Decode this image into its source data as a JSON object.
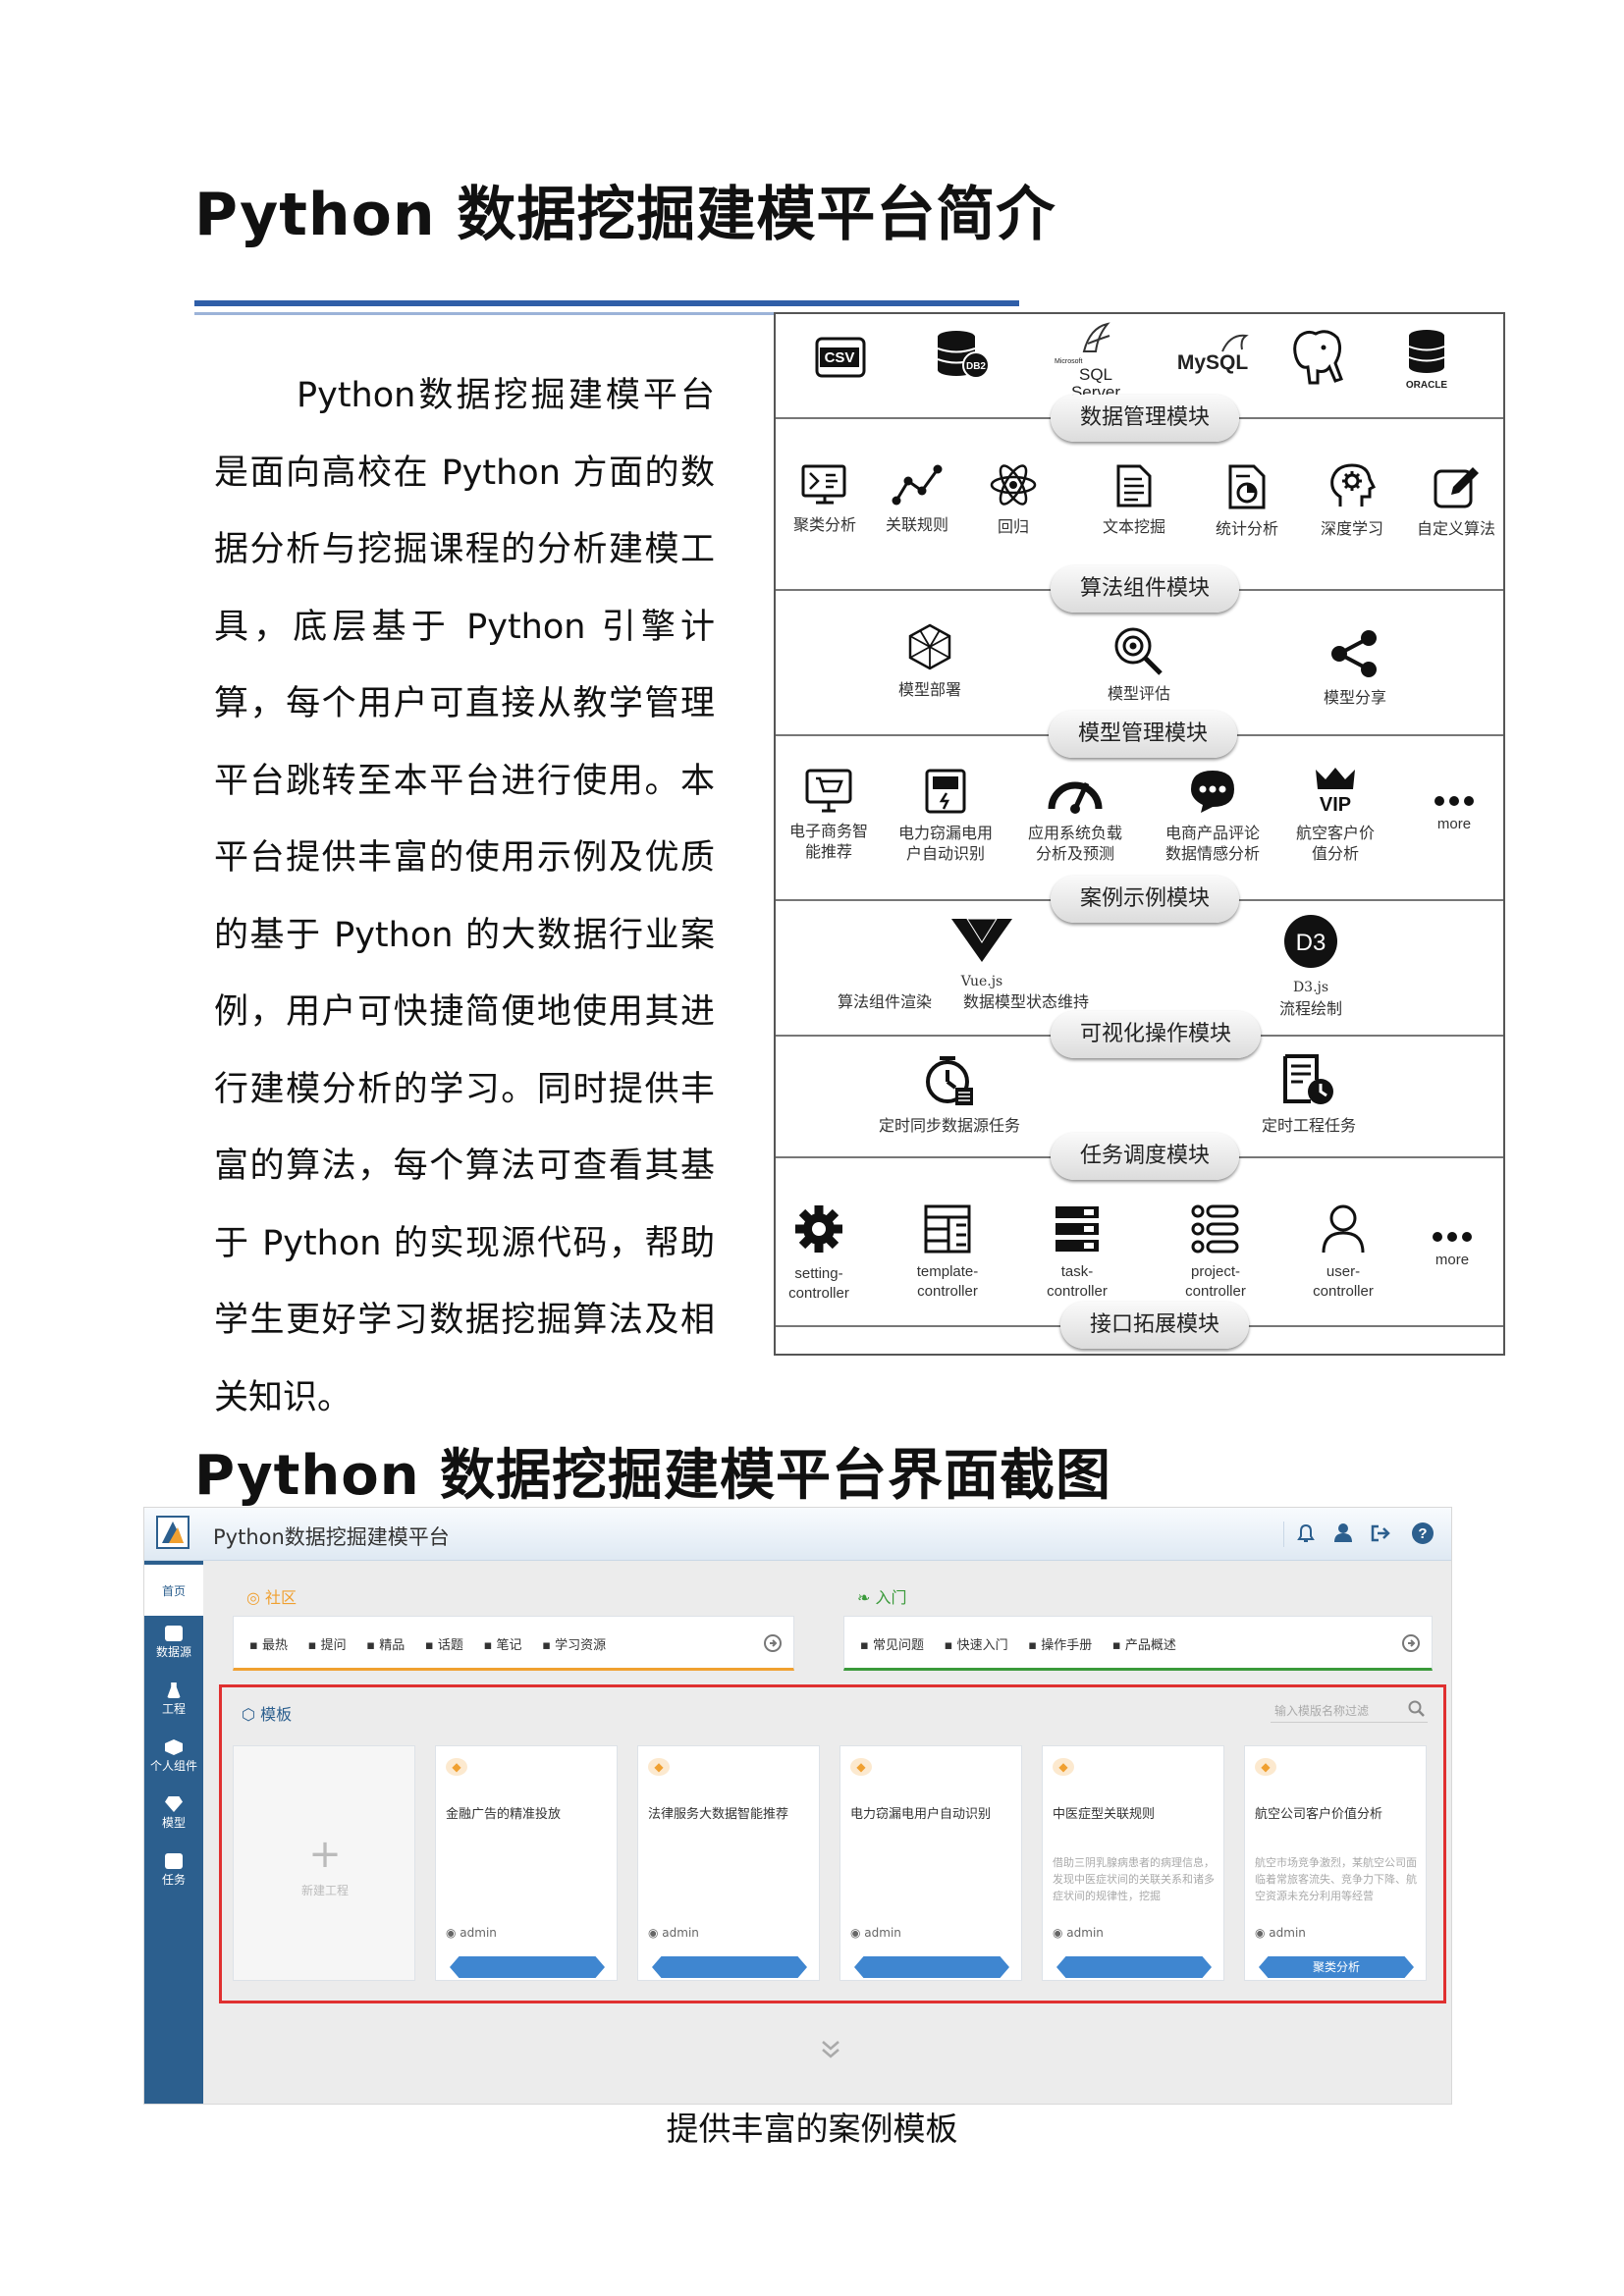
{
  "heading1": "Python 数据挖掘建模平台简介",
  "intro_text": "Python数据挖掘建模平台是面向高校在 Python 方面的数据分析与挖掘课程的分析建模工具，底层基于 Python 引擎计算，每个用户可直接从教学管理平台跳转至本平台进行使用。本平台提供丰富的使用示例及优质的基于 Python 的大数据行业案例，用户可快捷简便地使用其进行建模分析的学习。同时提供丰富的算法，每个算法可查看其基于 Python 的实现源代码，帮助学生更好学习数据挖掘算法及相关知识。",
  "architecture": {
    "data_logos": [
      {
        "name": "csv-icon",
        "label": "CSV"
      },
      {
        "name": "db2-icon",
        "label": "DB2"
      },
      {
        "name": "sqlserver-logo",
        "label": "SQL Server",
        "sub": "Microsoft"
      },
      {
        "name": "mysql-logo",
        "label": "MySQL"
      },
      {
        "name": "postgresql-elephant-icon",
        "label": ""
      },
      {
        "name": "oracle-logo",
        "label": "ORACLE"
      }
    ],
    "modules": [
      "数据管理模块",
      "算法组件模块",
      "模型管理模块",
      "案例示例模块",
      "可视化操作模块",
      "任务调度模块",
      "接口拓展模块"
    ],
    "algorithms": [
      {
        "name": "cluster-icon",
        "label": "聚类分析"
      },
      {
        "name": "association-icon",
        "label": "关联规则"
      },
      {
        "name": "atom-icon",
        "label": "回归"
      },
      {
        "name": "document-icon",
        "label": "文本挖掘"
      },
      {
        "name": "chart-document-icon",
        "label": "统计分析"
      },
      {
        "name": "brain-gear-icon",
        "label": "深度学习"
      },
      {
        "name": "edit-icon",
        "label": "自定义算法"
      }
    ],
    "model_mgmt": [
      {
        "name": "deploy-icon",
        "label": "模型部署"
      },
      {
        "name": "evaluate-icon",
        "label": "模型评估"
      },
      {
        "name": "share-icon",
        "label": "模型分享"
      }
    ],
    "cases": [
      {
        "name": "shopping-monitor-icon",
        "l1": "电子商务智",
        "l2": "能推荐"
      },
      {
        "name": "power-meter-icon",
        "l1": "电力窃漏电用",
        "l2": "户自动识别"
      },
      {
        "name": "gauge-icon",
        "l1": "应用系统负载",
        "l2": "分析及预测"
      },
      {
        "name": "chat-bubble-icon",
        "l1": "电商产品评论",
        "l2": "数据情感分析"
      },
      {
        "name": "vip-crown-icon",
        "l1": "航空客户价",
        "l2": "值分析"
      },
      {
        "name": "more-icon",
        "l1": "more",
        "l2": ""
      }
    ],
    "visual": {
      "vue_logo": "Vue.js",
      "vue_text1": "算法组件渲染",
      "vue_text2": "数据模型状态维持",
      "d3_logo": "D3",
      "d3_label": "D3.js",
      "d3_text": "流程绘制"
    },
    "tasks": [
      {
        "name": "timer-icon",
        "label": "定时同步数据源任务"
      },
      {
        "name": "schedule-icon",
        "label": "定时工程任务"
      }
    ],
    "interfaces": [
      {
        "name": "setting-gear-icon",
        "l1": "setting-",
        "l2": "controller"
      },
      {
        "name": "template-icon",
        "l1": "template-",
        "l2": "controller"
      },
      {
        "name": "task-list-icon",
        "l1": "task-",
        "l2": "controller"
      },
      {
        "name": "project-list-icon",
        "l1": "project-",
        "l2": "controller"
      },
      {
        "name": "user-icon",
        "l1": "user-",
        "l2": "controller"
      },
      {
        "name": "more-icon",
        "l1": "more",
        "l2": ""
      }
    ]
  },
  "heading2": "Python 数据挖掘建模平台界面截图",
  "screenshot": {
    "app_title": "Python数据挖掘建模平台",
    "sidebar": [
      {
        "name": "home",
        "label": "首页"
      },
      {
        "name": "datasource",
        "label": "数据源"
      },
      {
        "name": "project",
        "label": "工程"
      },
      {
        "name": "components",
        "label": "个人组件"
      },
      {
        "name": "model",
        "label": "模型"
      },
      {
        "name": "task",
        "label": "任务"
      }
    ],
    "community": {
      "title": "社区",
      "links": [
        "最热",
        "提问",
        "精品",
        "话题",
        "笔记",
        "学习资源"
      ]
    },
    "intro": {
      "title": "入门",
      "links": [
        "常见问题",
        "快速入门",
        "操作手册",
        "产品概述"
      ]
    },
    "templates": {
      "title": "模板",
      "search_placeholder": "输入模版名称过滤",
      "new_label": "新建工程",
      "cards": [
        {
          "title": "金融广告的精准投放",
          "desc": "",
          "user": "admin",
          "button": ""
        },
        {
          "title": "法律服务大数据智能推荐",
          "desc": "",
          "user": "admin",
          "button": ""
        },
        {
          "title": "电力窃漏电用户自动识别",
          "desc": "",
          "user": "admin",
          "button": ""
        },
        {
          "title": "中医症型关联规则",
          "desc": "借助三阴乳腺病患者的病理信息，发现中医症状间的关联关系和诸多症状间的规律性，挖掘",
          "user": "admin",
          "button": ""
        },
        {
          "title": "航空公司客户价值分析",
          "desc": "航空市场竞争激烈，某航空公司面临着常旅客流失、竞争力下降、航空资源未充分利用等经营",
          "user": "admin",
          "button": "聚类分析"
        }
      ]
    }
  },
  "caption": "提供丰富的案例模板",
  "colors": {
    "rule": "#2f5ea8",
    "sidebar": "#2c5f8e",
    "highlight": "#e03030",
    "community": "#f0a030",
    "intro": "#3a9a3a",
    "button": "#3f86d0"
  }
}
